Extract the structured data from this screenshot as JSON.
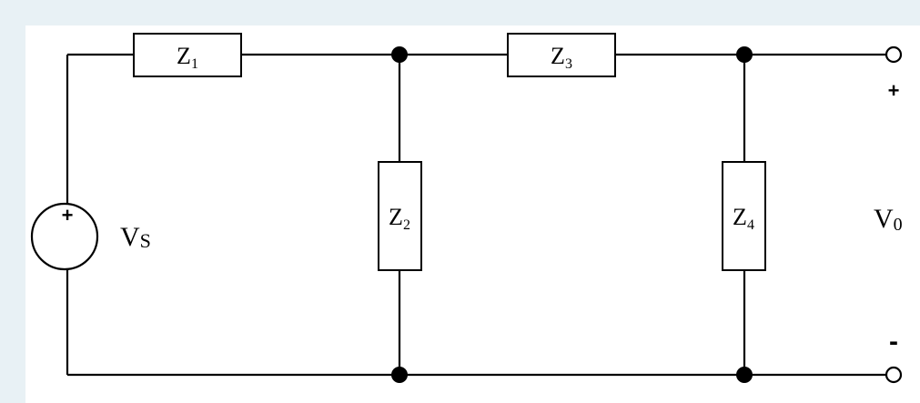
{
  "colors": {
    "background": "#e8f1f5",
    "panel": "#ffffff",
    "ink": "#000000"
  },
  "components": {
    "z1": {
      "base": "Z",
      "sub": "1"
    },
    "z2": {
      "base": "Z",
      "sub": "2"
    },
    "z3": {
      "base": "Z",
      "sub": "3"
    },
    "z4": {
      "base": "Z",
      "sub": "4"
    }
  },
  "source": {
    "label_base": "V",
    "label_sub": "S",
    "plus": "+"
  },
  "output": {
    "label_base": "V",
    "label_sub": "0",
    "plus": "+",
    "minus": "-"
  }
}
